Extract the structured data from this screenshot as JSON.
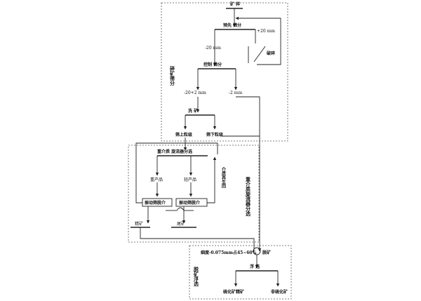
{
  "diagram": {
    "sections": {
      "crushing_screening": "碎矿筛分",
      "heavy_medium_separation": "重介质旋流器分选",
      "medium_regeneration": "介质再生回",
      "desliming_flotation": "脱矿浮选"
    },
    "nodes": {
      "raw_ore": "矿 样",
      "washing_screening": "预先 筛分",
      "plus20": "+20 mm",
      "crushing": "破碎",
      "minus20": "-20 mm",
      "control_screening": "控制 筛分",
      "minus20_plus2": "-20+2 mm",
      "minus2": "-2 mm",
      "ore_washing": "洗 矿",
      "oversize": "筛上粒级",
      "undersize": "筛下粒级",
      "hm_cyclone": "重介质 旋流器分选",
      "heavy_product": "重产品",
      "light_product": "轻产品",
      "vib_screen_1": "振动筛脱介",
      "vib_screen_2": "振动筛脱介",
      "concentrate": "精矿",
      "tailings": "尾矿",
      "fineness": "细度-0.075mm占45~60%",
      "slime": "脱矿",
      "flotation": "浮 选",
      "sulfide_conc": "硫化矿精矿",
      "non_sulfide": "非硫化矿"
    }
  },
  "colors": {
    "line": "#222222",
    "dashed_border": "#555555"
  }
}
